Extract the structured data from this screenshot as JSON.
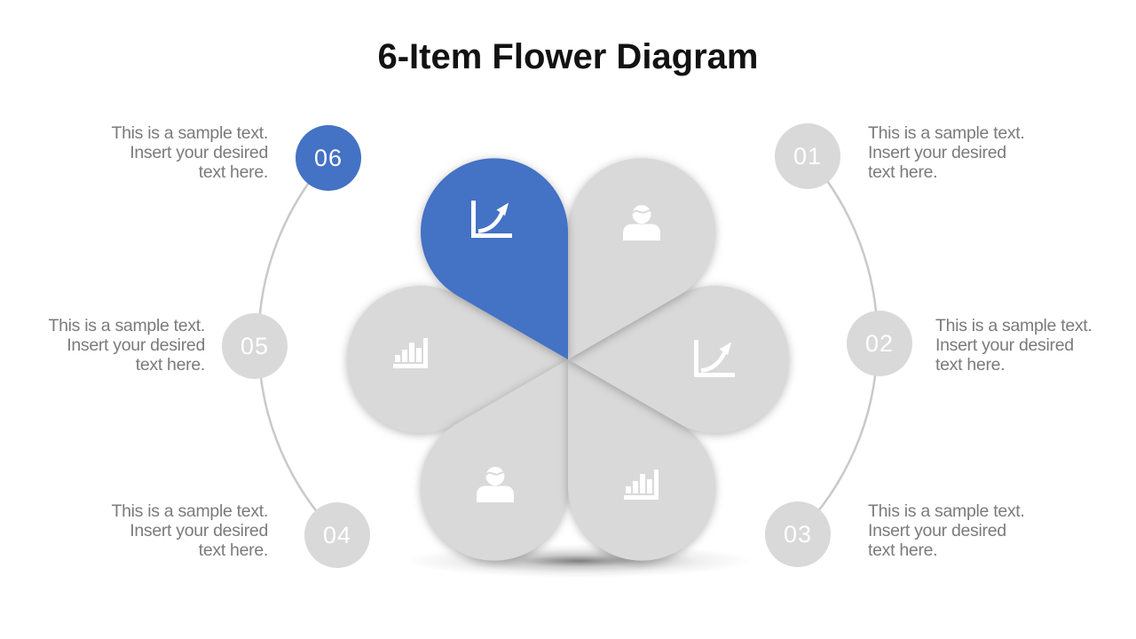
{
  "title": "6-Item Flower Diagram",
  "colors": {
    "accent_blue": "#4472C4",
    "petal_gray": "#D9D9D9",
    "number_text": "#FFFFFF",
    "body_text": "#7B7B7B",
    "title_text": "#121212",
    "arc_gray": "#C9C9C9"
  },
  "sample_text": {
    "lines": [
      "This is a sample text.",
      "Insert your desired",
      "text here."
    ]
  },
  "items": [
    {
      "number": "01",
      "icon": "person-icon",
      "highlighted": false,
      "lines": [
        "This is a sample text.",
        "Insert your desired",
        "text here."
      ]
    },
    {
      "number": "02",
      "icon": "growth-chart-icon",
      "highlighted": false,
      "lines": [
        "This is a sample text.",
        "Insert your desired",
        "text here."
      ]
    },
    {
      "number": "03",
      "icon": "bar-chart-icon",
      "highlighted": false,
      "lines": [
        "This is a sample text.",
        "Insert your desired",
        "text here."
      ]
    },
    {
      "number": "04",
      "icon": "person-icon",
      "highlighted": false,
      "lines": [
        "This is a sample text.",
        "Insert your desired",
        "text here."
      ]
    },
    {
      "number": "05",
      "icon": "bar-chart-icon",
      "highlighted": false,
      "lines": [
        "This is a sample text.",
        "Insert your desired",
        "text here."
      ]
    },
    {
      "number": "06",
      "icon": "growth-chart-icon",
      "highlighted": true,
      "lines": [
        "This is a sample text.",
        "Insert your desired",
        "text here."
      ]
    }
  ]
}
